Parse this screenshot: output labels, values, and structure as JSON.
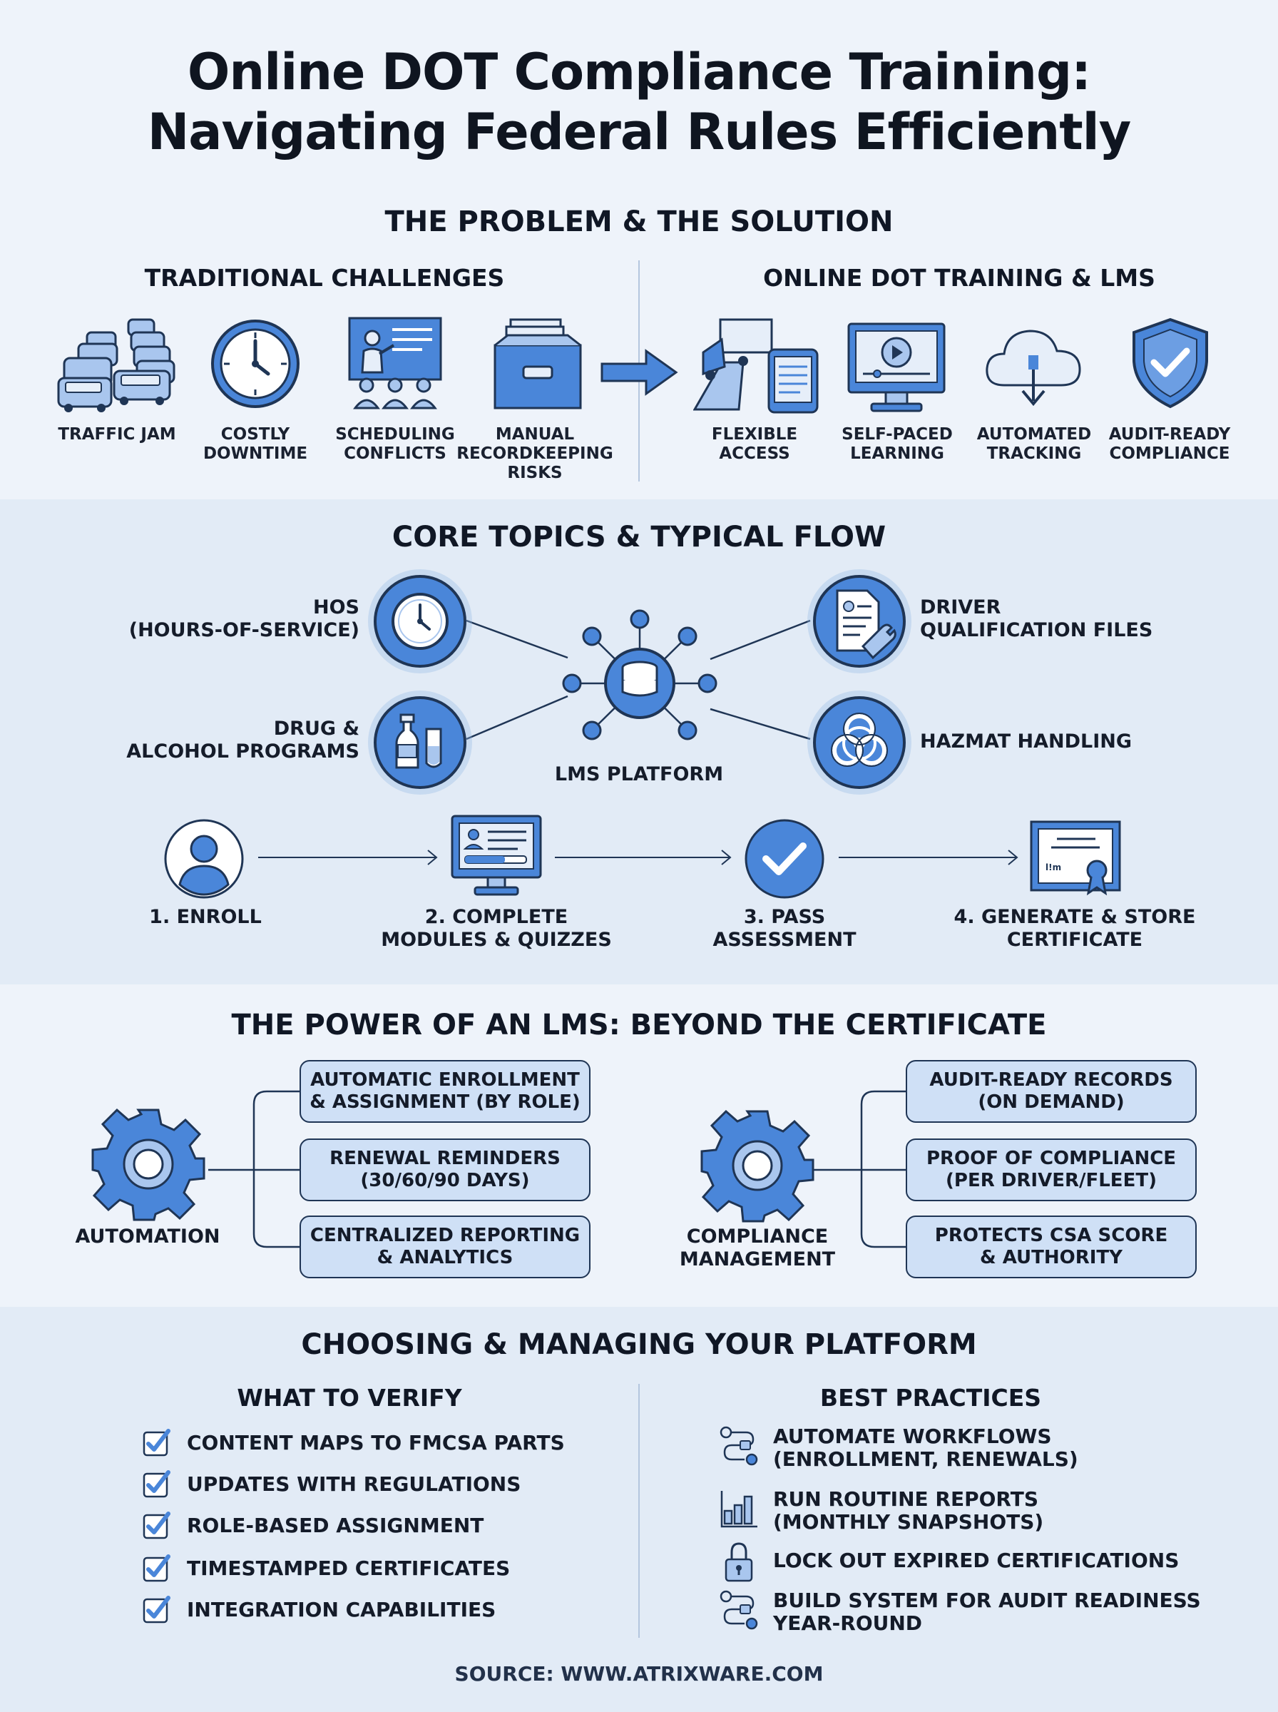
{
  "title": {
    "line1": "Online DOT Compliance Training:",
    "line2": "Navigating Federal Rules Efficiently"
  },
  "problem_solution": {
    "heading": "THE PROBLEM & THE SOLUTION",
    "left_heading": "TRADITIONAL CHALLENGES",
    "right_heading": "ONLINE DOT TRAINING & LMS",
    "challenges": [
      {
        "label": "TRAFFIC JAM",
        "icon": "traffic-jam-icon"
      },
      {
        "label": "COSTLY\nDOWNTIME",
        "icon": "clock-icon"
      },
      {
        "label": "SCHEDULING\nCONFLICTS",
        "icon": "classroom-icon"
      },
      {
        "label": "MANUAL\nRECORDKEEPING\nRISKS",
        "icon": "file-cabinet-icon"
      }
    ],
    "solutions": [
      {
        "label": "FLEXIBLE\nACCESS",
        "icon": "truck-tablet-icon"
      },
      {
        "label": "SELF-PACED\nLEARNING",
        "icon": "video-monitor-icon"
      },
      {
        "label": "AUTOMATED\nTRACKING",
        "icon": "cloud-download-icon"
      },
      {
        "label": "AUDIT-READY\nCOMPLIANCE",
        "icon": "shield-check-icon"
      }
    ]
  },
  "core_topics": {
    "heading": "CORE TOPICS & TYPICAL FLOW",
    "hub_label": "LMS PLATFORM",
    "topics": [
      {
        "label": "HOS\n(HOURS-OF-SERVICE)",
        "icon": "clock-icon"
      },
      {
        "label": "DRUG &\nALCOHOL PROGRAMS",
        "icon": "bottles-icon"
      },
      {
        "label": "DRIVER\nQUALIFICATION FILES",
        "icon": "document-wrench-icon"
      },
      {
        "label": "HAZMAT HANDLING",
        "icon": "biohazard-icon"
      }
    ],
    "steps": [
      {
        "label": "1. ENROLL",
        "icon": "user-icon"
      },
      {
        "label": "2. COMPLETE\nMODULES & QUIZZES",
        "icon": "monitor-profile-icon"
      },
      {
        "label": "3. PASS\nASSESSMENT",
        "icon": "check-circle-icon"
      },
      {
        "label": "4. GENERATE & STORE\nCERTIFICATE",
        "icon": "certificate-icon"
      }
    ],
    "certificate_text": "l!m"
  },
  "lms_power": {
    "heading": "THE POWER OF AN LMS: BEYOND THE CERTIFICATE",
    "automation": {
      "label": "AUTOMATION",
      "items": [
        "AUTOMATIC ENROLLMENT\n& ASSIGNMENT (BY ROLE)",
        "RENEWAL REMINDERS\n(30/60/90 DAYS)",
        "CENTRALIZED REPORTING\n& ANALYTICS"
      ]
    },
    "compliance": {
      "label": "COMPLIANCE\nMANAGEMENT",
      "items": [
        "AUDIT-READY RECORDS\n(ON DEMAND)",
        "PROOF OF COMPLIANCE\n(PER DRIVER/FLEET)",
        "PROTECTS CSA SCORE\n& AUTHORITY"
      ]
    }
  },
  "choosing": {
    "heading": "CHOOSING & MANAGING YOUR PLATFORM",
    "verify_heading": "WHAT TO VERIFY",
    "verify_items": [
      "CONTENT MAPS TO FMCSA PARTS",
      "UPDATES WITH REGULATIONS",
      "ROLE-BASED ASSIGNMENT",
      "TIMESTAMPED CERTIFICATES",
      "INTEGRATION CAPABILITIES"
    ],
    "practices_heading": "BEST PRACTICES",
    "practices": [
      {
        "label": "AUTOMATE WORKFLOWS\n(ENROLLMENT, RENEWALS)",
        "icon": "workflow-icon"
      },
      {
        "label": "RUN ROUTINE REPORTS\n(MONTHLY SNAPSHOTS)",
        "icon": "bar-chart-icon"
      },
      {
        "label": "LOCK OUT EXPIRED CERTIFICATIONS",
        "icon": "lock-icon"
      },
      {
        "label": "BUILD SYSTEM FOR AUDIT READINESS\nYEAR-ROUND",
        "icon": "workflow-icon"
      }
    ]
  },
  "source": "SOURCE: WWW.ATRIXWARE.COM",
  "colors": {
    "accent": "#4a86d9",
    "light_fill": "#cfe0f6",
    "outline": "#1f3555",
    "background": "#eef3fa",
    "band": "#e2ebf6"
  }
}
